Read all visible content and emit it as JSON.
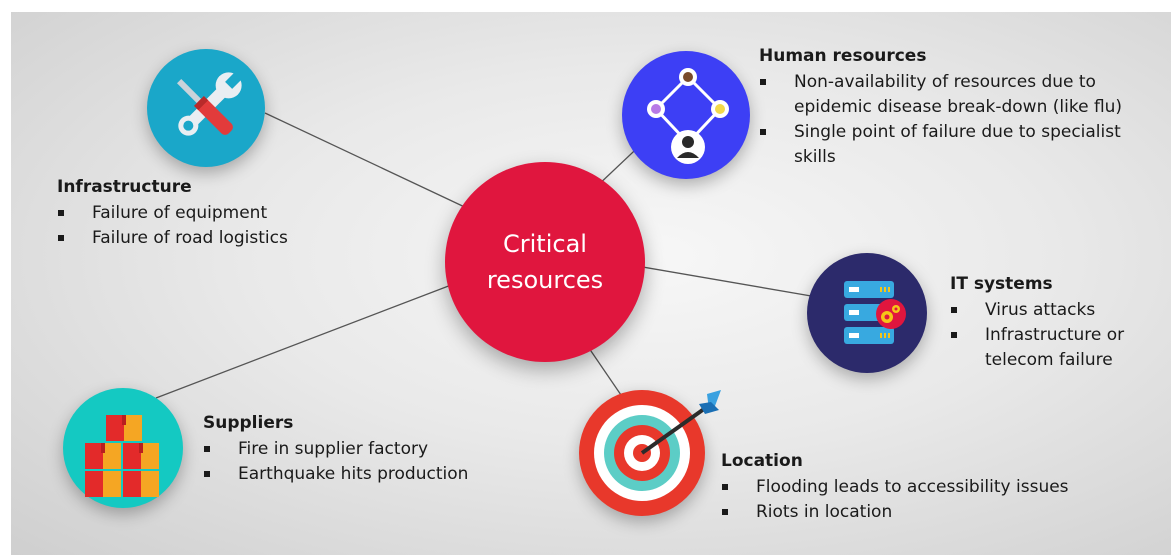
{
  "center": {
    "line1": "Critical",
    "line2": "resources",
    "color": "#e0163e"
  },
  "groups": {
    "infrastructure": {
      "title": "Infrastructure",
      "items": [
        "Failure of equipment",
        "Failure of road logistics"
      ],
      "icon": "wrench-screwdriver-icon",
      "color": "#1aa7c9"
    },
    "human": {
      "title": "Human resources",
      "items": [
        "Non-availability of resources due to epidemic disease break-down (like flu)",
        "Single point of failure due to specialist skills"
      ],
      "icon": "people-network-icon",
      "color": "#3d3ff5"
    },
    "it": {
      "title": "IT systems",
      "items": [
        "Virus attacks",
        "Infrastructure or telecom failure"
      ],
      "icon": "server-gear-icon",
      "color": "#2c2a6b"
    },
    "suppliers": {
      "title": "Suppliers",
      "items": [
        "Fire in supplier factory",
        "Earthquake hits production"
      ],
      "icon": "stacked-boxes-icon",
      "color": "#14c9c2"
    },
    "location": {
      "title": "Location",
      "items": [
        "Flooding leads to accessibility issues",
        "Riots in location"
      ],
      "icon": "target-dart-icon",
      "color": "#e8382b"
    }
  }
}
